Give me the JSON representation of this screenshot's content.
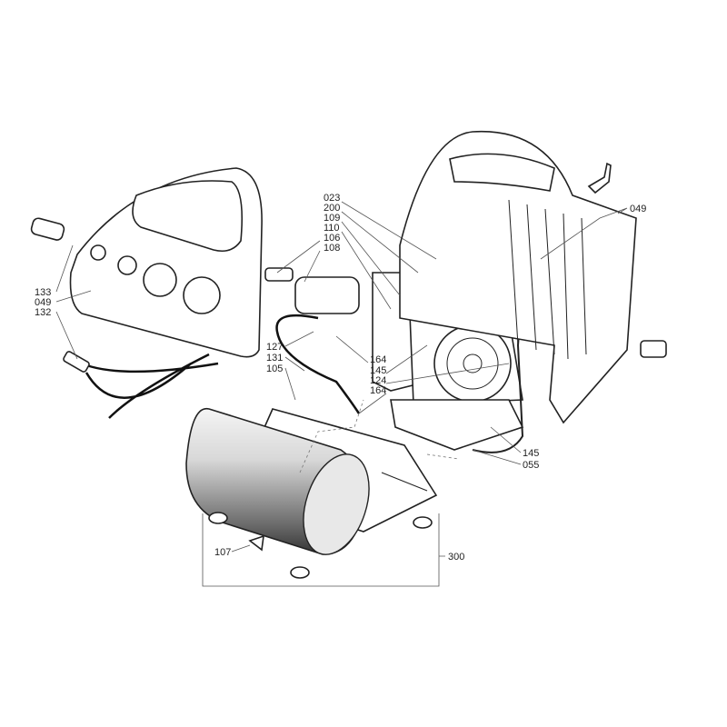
{
  "diagram": {
    "title": "Air compressor exploded parts diagram",
    "labels": {
      "top_group": [
        "023",
        "200",
        "109",
        "110",
        "106",
        "108"
      ],
      "right_cover": "049",
      "left_group": [
        "133",
        "049",
        "132"
      ],
      "mid_left_group": [
        "127",
        "131",
        "105"
      ],
      "mid_group": [
        "164",
        "145",
        "124",
        "164"
      ],
      "bottom_right_group": [
        "145",
        "055"
      ],
      "foot_part": "107",
      "tank_assembly": "300"
    }
  }
}
